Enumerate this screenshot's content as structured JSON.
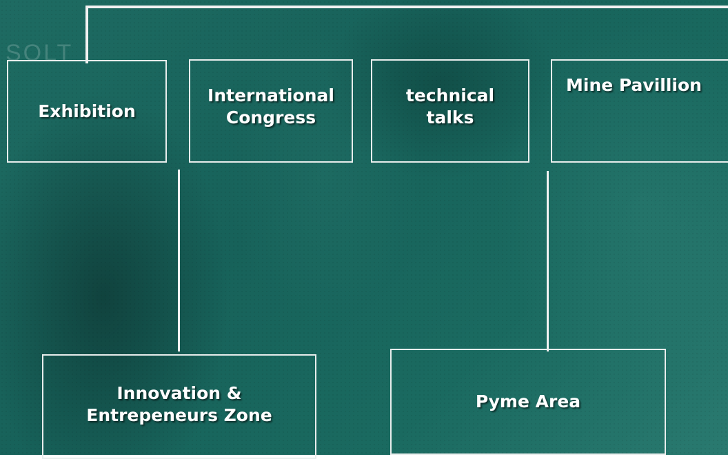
{
  "background": {
    "watermark_text": "SOLT",
    "primary_color": "#1a665d",
    "line_color": "#f2f2f2"
  },
  "nodes": {
    "exhibition": "Exhibition",
    "international_congress": "International\nCongress",
    "technical_talks": "technical\ntalks",
    "mine_pavillion": "Mine Pavillion",
    "innovation_zone": "Innovation &\nEntrepeneurs Zone",
    "pyme_area": "Pyme Area"
  }
}
